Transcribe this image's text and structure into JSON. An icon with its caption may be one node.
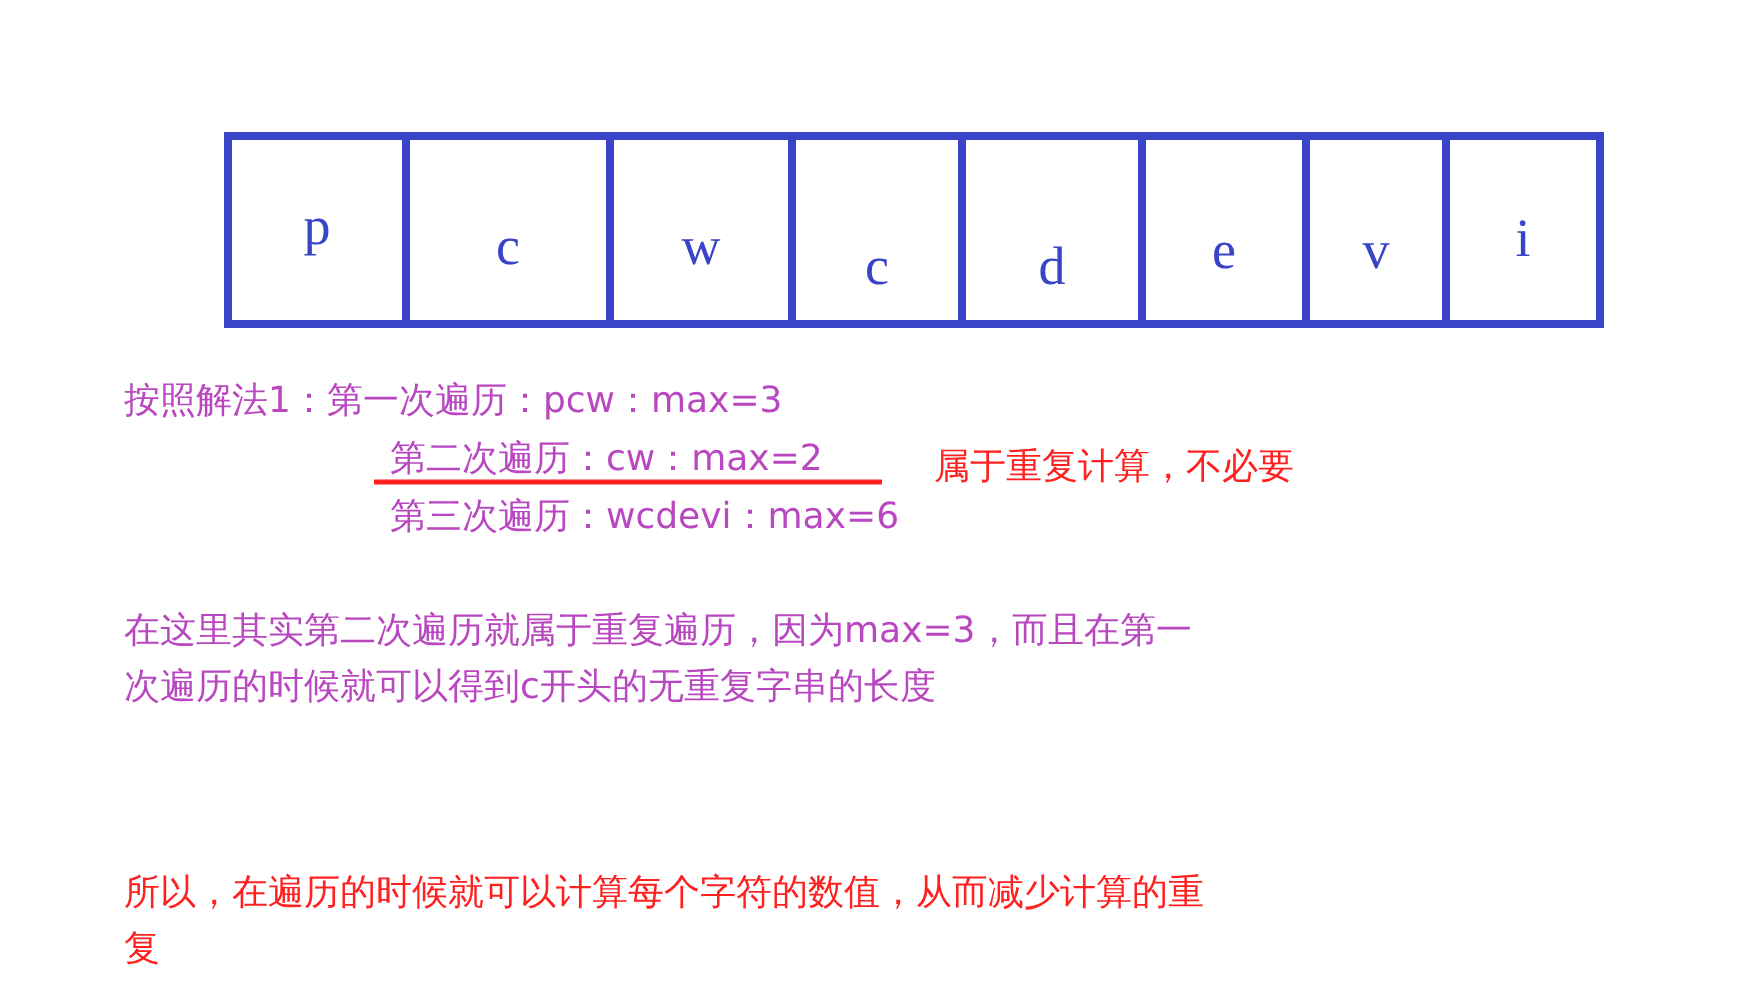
{
  "diagram": {
    "nodes": [
      {
        "text": [
          "p"
        ]
      },
      {
        "text": [
          "c"
        ]
      },
      {
        "text": [
          "w"
        ]
      },
      {
        "text": [
          "c"
        ]
      },
      {
        "text": [
          "d"
        ]
      },
      {
        "text": [
          "e"
        ]
      },
      {
        "text": [
          "v"
        ]
      },
      {
        "text": [
          "i"
        ]
      }
    ],
    "labels": [
      "按照解法1：第一次遍历：pcw：max=3",
      "第二次遍历：cw：max=2",
      "属于重复计算，不必要",
      "第三次遍历：wcdevi：max=6",
      "在这里其实第二次遍历就属于重复遍历，因为max=3，而且在第一次遍历的时候就可以得到c开头的无重复字串的长度",
      "所以，在遍历的时候就可以计算每个字符的数值，从而减少计算的重复"
    ]
  }
}
